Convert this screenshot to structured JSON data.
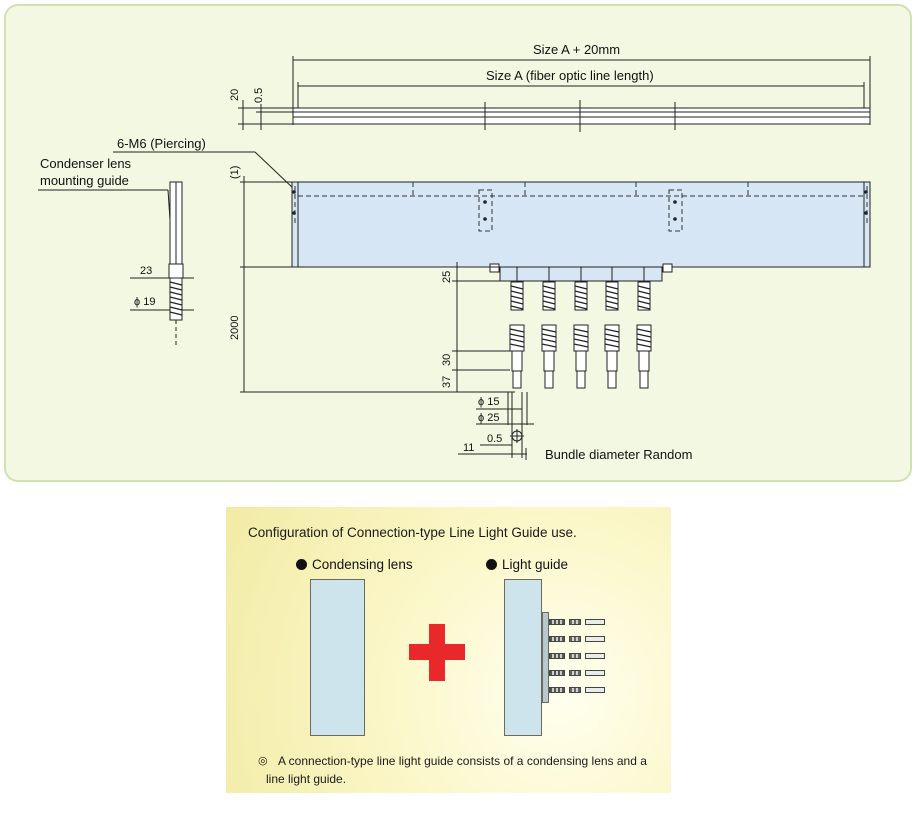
{
  "dimensions": {
    "size_a_plus": "Size A + 20mm",
    "size_a": "Size A (fiber optic line length)",
    "d20": "20",
    "d05_top": "0.5",
    "piercing": "6-M6 (Piercing)",
    "one": "(1)",
    "condenser_line1": "Condenser lens",
    "condenser_line2": "mounting guide",
    "d23": "23",
    "phi19": "ϕ 19",
    "d25": "25",
    "d2000": "2000",
    "d30": "30",
    "d37": "37",
    "phi15": "ϕ 15",
    "phi25": "ϕ 25",
    "d05_bottom": "0.5",
    "d11": "11",
    "bundle": "Bundle diameter Random"
  },
  "config": {
    "title": "Configuration of Connection-type Line Light Guide use.",
    "condensing_lens": "Condensing lens",
    "light_guide": "Light guide",
    "note_mark": "◎",
    "note": "A connection-type line light guide consists of a condensing lens and a line light guide."
  }
}
